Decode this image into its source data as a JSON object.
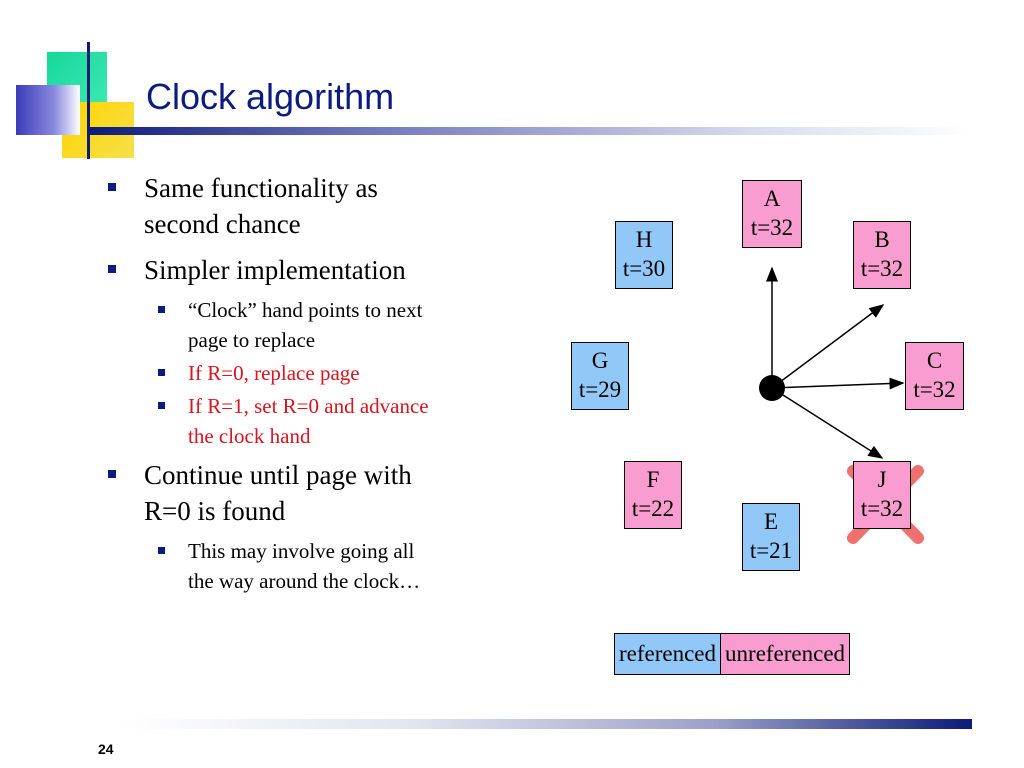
{
  "title": "Clock algorithm",
  "bullets": [
    {
      "text": "Same functionality as second chance",
      "line1": "Same functionality as",
      "line2": "second chance"
    },
    {
      "text": "Simpler implementation"
    },
    {
      "sub": [
        {
          "line1": "“Clock” hand points to next",
          "line2": "page to replace"
        },
        {
          "line1": "If R=0, replace page"
        },
        {
          "line1": "If R=1, set R=0 and advance",
          "line2": "the clock hand"
        }
      ]
    },
    {
      "line1": "Continue until page with",
      "line2": "R=0 is found"
    },
    {
      "sub": [
        {
          "line1": "This may involve going all",
          "line2": "the way around the clock…"
        }
      ]
    }
  ],
  "nodes": {
    "A": {
      "label": "A",
      "time": "t=32",
      "status": "unreferenced"
    },
    "B": {
      "label": "B",
      "time": "t=32",
      "status": "unreferenced"
    },
    "C": {
      "label": "C",
      "time": "t=32",
      "status": "unreferenced"
    },
    "J": {
      "label": "J",
      "time": "t=32",
      "status": "unreferenced"
    },
    "E": {
      "label": "E",
      "time": "t=21",
      "status": "referenced"
    },
    "F": {
      "label": "F",
      "time": "t=22",
      "status": "unreferenced"
    },
    "G": {
      "label": "G",
      "time": "t=29",
      "status": "referenced"
    },
    "H": {
      "label": "H",
      "time": "t=30",
      "status": "referenced"
    }
  },
  "legend": {
    "referenced": "referenced",
    "unreferenced": "unreferenced"
  },
  "colors": {
    "referenced": "#92c8f8",
    "unreferenced": "#f99cd0",
    "title": "#0b1b80",
    "highlight": "#d9141e",
    "cross": "#f07070"
  },
  "page_number": "24"
}
